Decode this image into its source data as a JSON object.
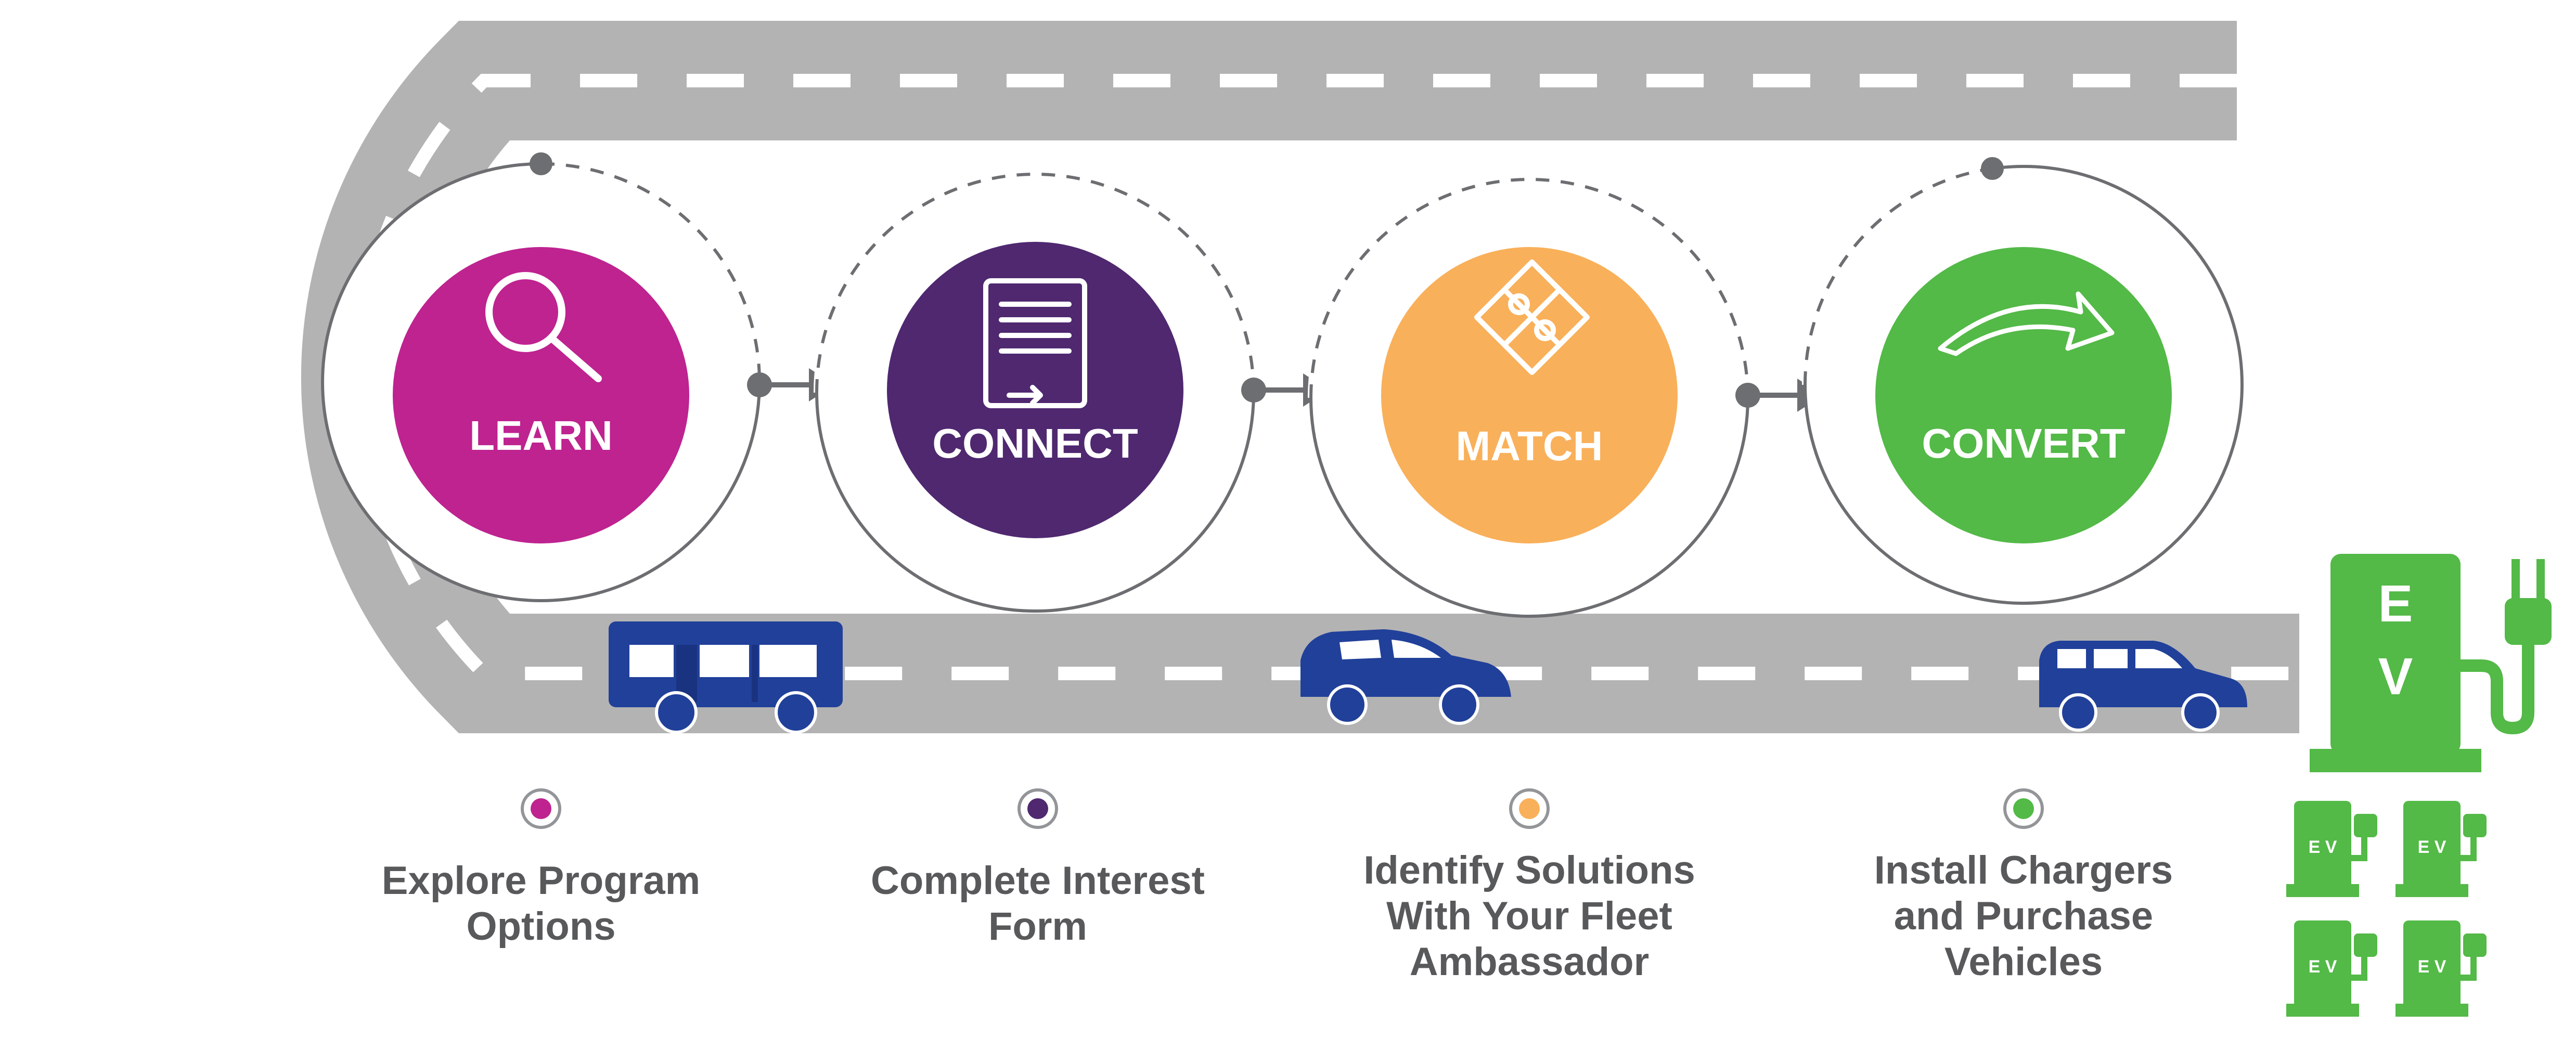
{
  "colors": {
    "road": "#b3b3b3",
    "lane": "#ffffff",
    "connector": "#6d6e71",
    "vehicle": "#21409a",
    "learn": "#be2390",
    "connect": "#4f2870",
    "match": "#f9b05a",
    "convert": "#53b947"
  },
  "steps": [
    {
      "title": "LEARN",
      "icon": "magnifier-icon",
      "caption_lines": [
        "Explore Program",
        "Options"
      ]
    },
    {
      "title": "CONNECT",
      "icon": "form-document-icon",
      "caption_lines": [
        "Complete Interest",
        "Form"
      ]
    },
    {
      "title": "MATCH",
      "icon": "puzzle-icon",
      "caption_lines": [
        "Identify Solutions",
        "With Your Fleet",
        "Ambassador"
      ]
    },
    {
      "title": "CONVERT",
      "icon": "curved-arrow-icon",
      "caption_lines": [
        "Install Chargers",
        "and Purchase",
        "Vehicles"
      ]
    }
  ],
  "vehicles": [
    "bus-icon",
    "car-icon",
    "minivan-icon"
  ],
  "charger": {
    "label_top": "E",
    "label_bottom": "V",
    "small_label": "E V"
  }
}
